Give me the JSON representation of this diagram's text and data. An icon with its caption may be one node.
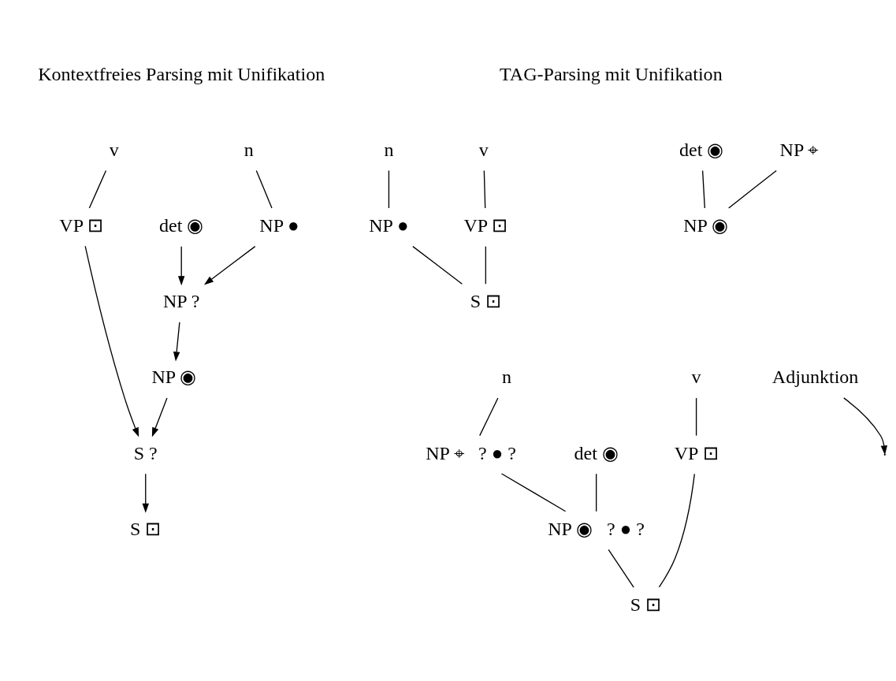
{
  "diagram": {
    "nodes": [
      {
        "text": [
          "n"
        ]
      },
      {
        "text": [
          "v"
        ]
      },
      {
        "text": [
          "det ◉"
        ]
      },
      {
        "text": [
          "NP ●"
        ]
      },
      {
        "text": [
          "VP ⊡"
        ]
      },
      {
        "text": [
          "NP ?"
        ]
      },
      {
        "text": [
          "NP ◉"
        ]
      },
      {
        "text": [
          "S ?"
        ]
      },
      {
        "text": [
          "S ⊡"
        ]
      },
      {
        "text": [
          "n"
        ]
      },
      {
        "text": [
          "v"
        ]
      },
      {
        "text": [
          "NP ●"
        ]
      },
      {
        "text": [
          "VP ⊡"
        ]
      },
      {
        "text": [
          "S ⊡"
        ]
      },
      {
        "text": [
          "det ◉"
        ]
      },
      {
        "text": [
          "NP ⌖"
        ]
      },
      {
        "text": [
          "NP ◉"
        ]
      },
      {
        "text": [
          "n"
        ]
      },
      {
        "text": [
          "Adjunktion"
        ]
      },
      {
        "text": [
          "v"
        ]
      },
      {
        "text": [
          "det ◉"
        ]
      },
      {
        "text": [
          "NP ⌖"
        ],
        "beside": [
          "? ● ?"
        ]
      },
      {
        "text": [
          "VP ⊡"
        ]
      },
      {
        "text": [
          "NP ◉"
        ],
        "beside": [
          "? ● ?"
        ]
      },
      {
        "text": [
          "S ⊡"
        ]
      }
    ],
    "edges": [
      {
        "from": 0,
        "to": 3,
        "arrow": "none"
      },
      {
        "from": 1,
        "to": 4,
        "arrow": "none"
      },
      {
        "from": 2,
        "to": 5,
        "arrow": "to"
      },
      {
        "from": 3,
        "to": 5,
        "arrow": "to"
      },
      {
        "from": 5,
        "to": 6,
        "arrow": "to"
      },
      {
        "from": 6,
        "to": 7,
        "arrow": "to"
      },
      {
        "from": 4,
        "to": 7,
        "arrow": "to"
      },
      {
        "from": 7,
        "to": 8,
        "arrow": "to"
      },
      {
        "from": 9,
        "to": 11,
        "arrow": "none"
      },
      {
        "from": 10,
        "to": 12,
        "arrow": "none"
      },
      {
        "from": 11,
        "to": 13,
        "arrow": "none"
      },
      {
        "from": 12,
        "to": 13,
        "arrow": "none"
      },
      {
        "from": 14,
        "to": 16,
        "arrow": "none"
      },
      {
        "from": 15,
        "to": 16,
        "arrow": "none"
      },
      {
        "from": 17,
        "to": 21,
        "arrow": "none"
      },
      {
        "from": 18,
        "to": null,
        "arrow": "to"
      },
      {
        "from": 19,
        "to": 22,
        "arrow": "none"
      },
      {
        "from": 20,
        "to": 23,
        "arrow": "none"
      },
      {
        "from": 21,
        "to": 23,
        "arrow": "none"
      },
      {
        "from": 23,
        "to": 24,
        "arrow": "none"
      },
      {
        "from": 22,
        "to": 24,
        "arrow": "none"
      }
    ],
    "labels": [
      "Kontextfreies Parsing mit Unifikation",
      "TAG-Parsing mit Unifikation"
    ]
  }
}
